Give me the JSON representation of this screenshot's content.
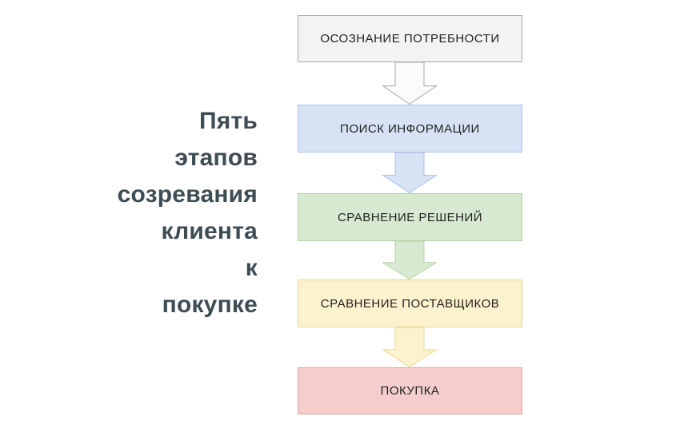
{
  "title": {
    "full_text": "Пять этапов созревания клиента к покупке",
    "lines": [
      "Пять",
      "этапов",
      "созревания",
      "клиента",
      "к",
      "покупке"
    ],
    "color": "#3e4c54"
  },
  "flow": {
    "direction": "top-to-bottom",
    "steps": [
      {
        "label": "ОСОЗНАНИЕ ПОТРЕБНОСТИ",
        "fill": "#f3f3f3",
        "border": "#a9a9a9"
      },
      {
        "label": "ПОИСК ИНФОРМАЦИИ",
        "fill": "#d7e3f5",
        "border": "#a9c2e3"
      },
      {
        "label": "СРАВНЕНИЕ РЕШЕНИЙ",
        "fill": "#d8e9d2",
        "border": "#afd2a0"
      },
      {
        "label": "СРАВНЕНИЕ ПОСТАВЩИКОВ",
        "fill": "#fdf2ce",
        "border": "#ecd592"
      },
      {
        "label": "ПОКУПКА",
        "fill": "#f5cdcc",
        "border": "#e2a5a3"
      }
    ],
    "connectors": [
      {
        "name": "arrow-1",
        "direction": "down",
        "fill": "#fbfbfb",
        "border": "#a9a9a9"
      },
      {
        "name": "arrow-2",
        "direction": "down",
        "fill": "#d7e3f5",
        "border": "#a9c2e3"
      },
      {
        "name": "arrow-3",
        "direction": "down",
        "fill": "#d8e9d2",
        "border": "#afd2a0"
      },
      {
        "name": "arrow-4",
        "direction": "down",
        "fill": "#fdf2ce",
        "border": "#ecd592"
      }
    ]
  }
}
